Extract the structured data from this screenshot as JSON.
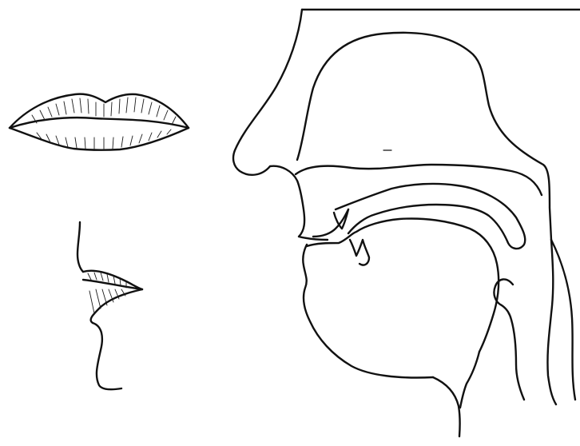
{
  "figure": {
    "background": "#ffffff",
    "ink": "#111111",
    "panels": [
      {
        "name": "front-lips",
        "icon": "lips-front-view"
      },
      {
        "name": "side-lips",
        "icon": "lips-profile-view"
      },
      {
        "name": "head-cross-section",
        "icon": "sagittal-head-section"
      }
    ],
    "annotations": []
  }
}
